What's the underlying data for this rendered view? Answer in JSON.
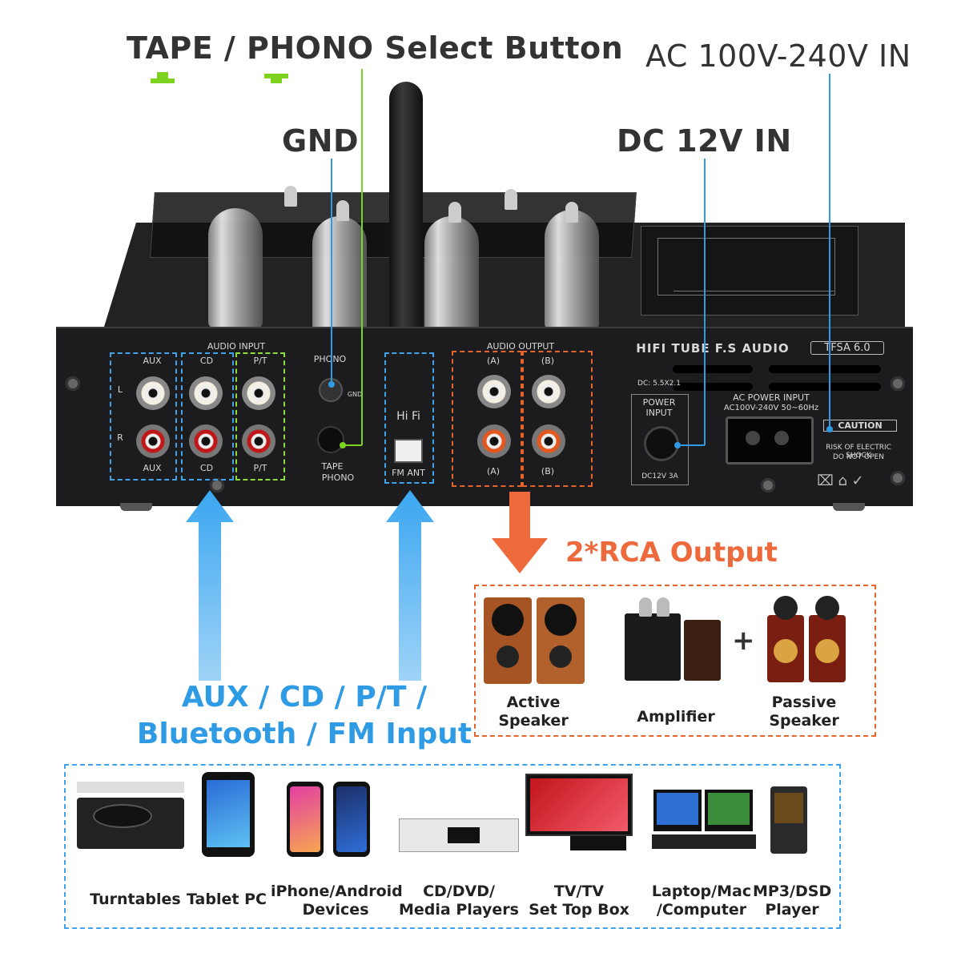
{
  "callouts": {
    "tape_phono": "TAPE / PHONO Select Button",
    "ac_in": "AC 100V-240V IN",
    "gnd": "GND",
    "dc_in": "DC 12V IN"
  },
  "panel": {
    "audio_input": "AUDIO INPUT",
    "aux_top": "AUX",
    "aux_bottom": "AUX",
    "cd_top": "CD",
    "cd_bottom": "CD",
    "pt_top": "P/T",
    "pt_bottom": "P/T",
    "phono": "PHONO",
    "gnd_small": "GND",
    "tape": "TAPE",
    "phono_sel": "PHONO",
    "hifi": "Hi Fi",
    "fm_ant": "FM ANT",
    "audio_output": "AUDIO OUTPUT",
    "out_a_top": "(A)",
    "out_b_top": "(B)",
    "out_a_bottom": "(A)",
    "out_b_bottom": "(B)",
    "l": "L",
    "r": "R",
    "brand": "HIFI TUBE F.S AUDIO",
    "model": "TFSA 6.0",
    "dc_spec": "DC: 5.5X2.1",
    "power_input": "POWER INPUT",
    "dc12v": "DC12V 3A",
    "ac_power_input": "AC POWER INPUT",
    "ac_spec": "AC100V-240V 50~60Hz",
    "caution": "CAUTION",
    "risk": "RISK OF ELECTRIC SHOCK",
    "do_not_open": "DO NOT OPEN"
  },
  "input_label": {
    "line1": "AUX / CD / P/T /",
    "line2": "Bluetooth / FM Input"
  },
  "output_label": "2*RCA Output",
  "outputs": [
    {
      "line1": "Active",
      "line2": "Speaker"
    },
    {
      "line1": "Amplifier",
      "line2": ""
    },
    {
      "line1": "Passive",
      "line2": "Speaker"
    }
  ],
  "plus": "+",
  "devices": [
    {
      "line1": "Turntables",
      "line2": ""
    },
    {
      "line1": "Tablet PC",
      "line2": ""
    },
    {
      "line1": "iPhone/Android",
      "line2": "Devices"
    },
    {
      "line1": "CD/DVD/",
      "line2": "Media Players"
    },
    {
      "line1": "TV/TV",
      "line2": "Set Top Box"
    },
    {
      "line1": "Laptop/Mac",
      "line2": "/Computer"
    },
    {
      "line1": "MP3/DSD",
      "line2": "Player"
    }
  ],
  "colors": {
    "input_blue": "#2f9be4",
    "output_orange": "#ee6a3c",
    "select_green": "#8fdc3a",
    "chassis": "#1c1c1e"
  }
}
